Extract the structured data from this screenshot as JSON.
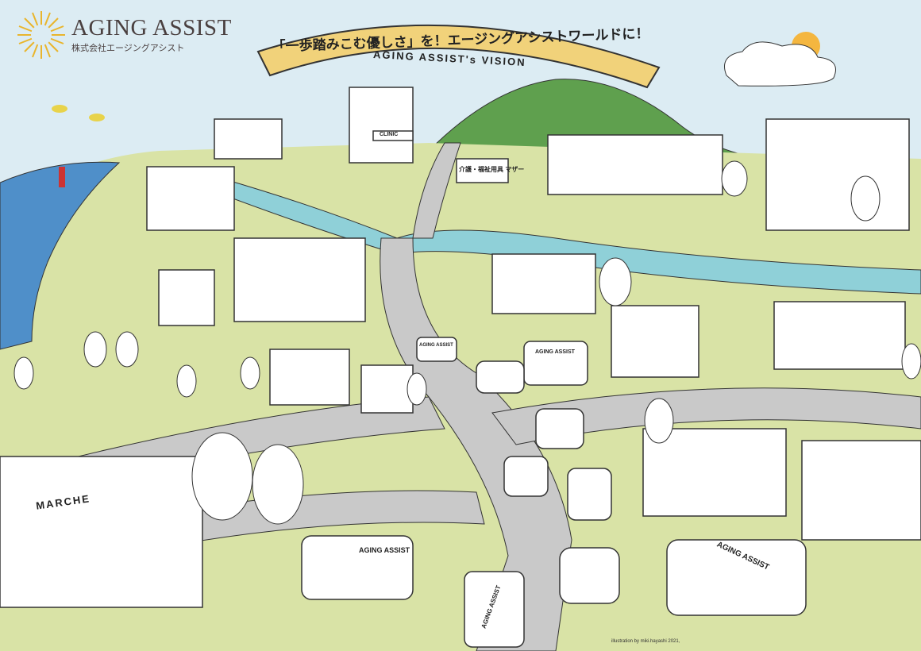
{
  "logo": {
    "title": "AGING ASSIST",
    "subtitle": "株式会社エージングアシスト",
    "icon": "sunburst-icon"
  },
  "banner": {
    "slogan": "「一歩踏みこむ優しさ」を！エージングアシストワールドに！",
    "vision": "AGING ASSIST's VISION"
  },
  "signs": {
    "clinic": "CLINIC",
    "care_shop": "介護・福祉用具 マザー",
    "marche": "MARCHE",
    "van_label": "AGING ASSIST"
  },
  "credit": "illustration by miki.hayashi 2021,",
  "colors": {
    "sky": "#dcecf3",
    "sea": "#4f8fc9",
    "grass": "#d9e3a6",
    "hill": "#5fa04e",
    "river": "#8fd0d8",
    "road": "#c9c9c9",
    "banner": "#f1d27a"
  }
}
